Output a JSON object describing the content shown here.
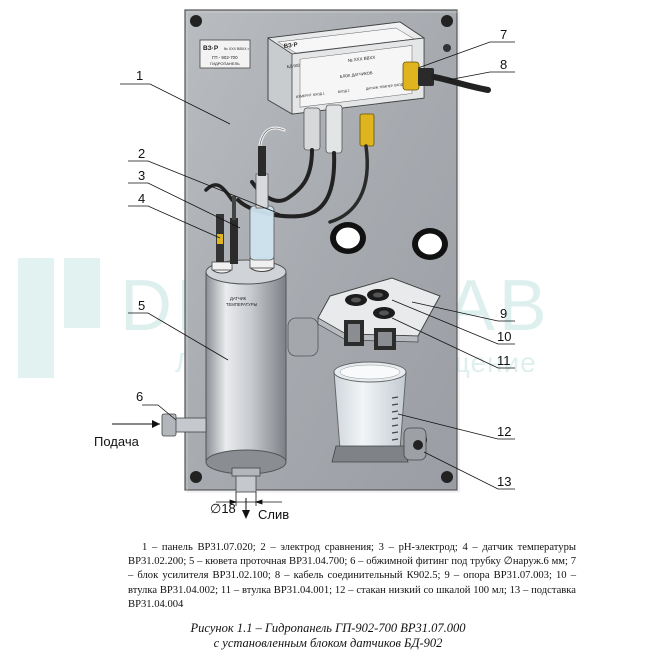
{
  "panel_plate": {
    "logo": "ВЗ·Р",
    "model_line": "№ XXX  ВВXX г.",
    "name_line": "ГП - 902-700",
    "subtitle": "ГИДРОПАНЕЛЬ"
  },
  "sensor_block": {
    "logo": "ВЗ·Р",
    "code": "БД-902",
    "serial": "№ XXX  ВВXX",
    "title": "БЛОК ДАТЧИКОВ",
    "inputs": [
      "ИЗМЕРИТ. ВХОД 1",
      "ВХОД 2",
      "ДАТЧИК ТЕМПЕР. ВХОД 3"
    ]
  },
  "cell_label": [
    "ДАТЧИК",
    "ТЕМПЕРАТУРЫ"
  ],
  "callouts": [
    "1",
    "2",
    "3",
    "4",
    "5",
    "6",
    "7",
    "8",
    "9",
    "10",
    "11",
    "12",
    "13"
  ],
  "flow_labels": {
    "inlet": "Подача",
    "drain": "Слив",
    "diameter": "∅18"
  },
  "watermark": {
    "main": "DESTA-LAB",
    "sub": "Лабораторное оснащение"
  },
  "legend_text": "1 – панель ВР31.07.020; 2 – электрод сравнения; 3 – pH-электрод; 4 – датчик температуры ВР31.02.200; 5 – кювета проточная ВР31.04.700; 6 – обжимной фитинг под трубку ∅наруж.6 мм; 7 – блок усилителя ВР31.02.100; 8 – кабель соединительный К902.5; 9 – опора ВР31.07.003; 10 – втулка ВР31.04.002; 11 – втулка ВР31.04.001; 12 – стакан низкий со шкалой 100 мл; 13 – подставка ВР31.04.004",
  "caption": {
    "line1": "Рисунок 1.1 – Гидропанель ГП-902-700 ВР31.07.000",
    "line2": "с установленным блоком датчиков БД-902"
  }
}
